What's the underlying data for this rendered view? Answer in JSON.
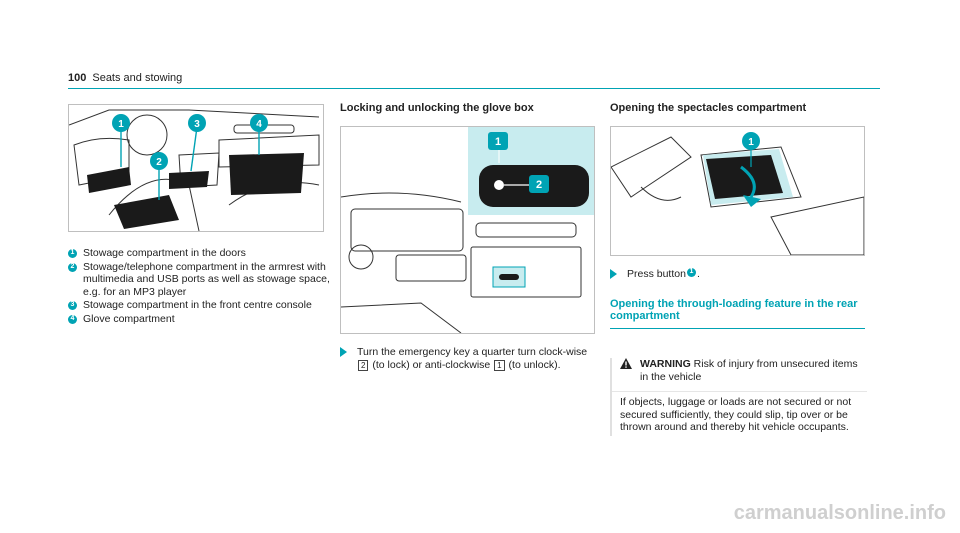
{
  "header": {
    "page_number": "100",
    "section": "Seats and stowing"
  },
  "figure1": {
    "markers": [
      "1",
      "2",
      "3",
      "4"
    ]
  },
  "legend": [
    {
      "num": "1",
      "text": "Stowage compartment in the doors"
    },
    {
      "num": "2",
      "text": "Stowage/telephone compartment in the armrest with multimedia and USB ports as well as stowage space, e.g. for an MP3 player"
    },
    {
      "num": "3",
      "text": "Stowage compartment in the front centre console"
    },
    {
      "num": "4",
      "text": "Glove compartment"
    }
  ],
  "glovebox": {
    "title": "Locking and unlocking the glove box",
    "markers": [
      "1",
      "2"
    ],
    "step_a": "Turn the emergency key a quarter turn clock-wise",
    "key2": "2",
    "step_b": "(to lock) or anti-clockwise",
    "key1": "1",
    "step_c": "(to unlock)."
  },
  "spectacles": {
    "title": "Opening the spectacles compartment",
    "marker": "1",
    "step_text": "Press button",
    "step_num": "1",
    "step_end": "."
  },
  "throughload": {
    "title": "Opening the through-loading feature in the rear compartment",
    "warning_label": "WARNING",
    "warning_head": "Risk of injury from unsecured items in the vehicle",
    "warning_body": "If objects, luggage or loads are not secured or not secured sufficiently, they could slip, tip over or be thrown around and thereby hit vehicle occupants."
  },
  "watermark": "carmanualsonline.info",
  "colors": {
    "accent": "#00a3b4",
    "highlight": "#c8ecef"
  }
}
